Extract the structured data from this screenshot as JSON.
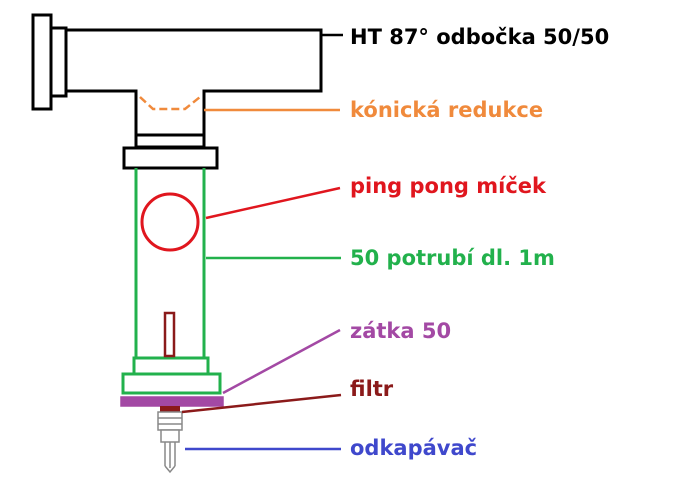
{
  "labels": {
    "ht_branch": "HT 87° odbočka 50/50",
    "conical_reducer": "kónická redukce",
    "ping_pong_ball": "ping pong míček",
    "pipe": "50 potrubí dl. 1m",
    "plug": "zátka 50",
    "filter": "filtr",
    "dripper": "odkapávač"
  },
  "colors": {
    "ht_branch": "#000000",
    "conical_reducer": "#f08a3c",
    "ping_pong_ball": "#e0161e",
    "pipe": "#22b14c",
    "plug": "#a349a4",
    "filter": "#8b1a1a",
    "dripper": "#3f48cc"
  }
}
